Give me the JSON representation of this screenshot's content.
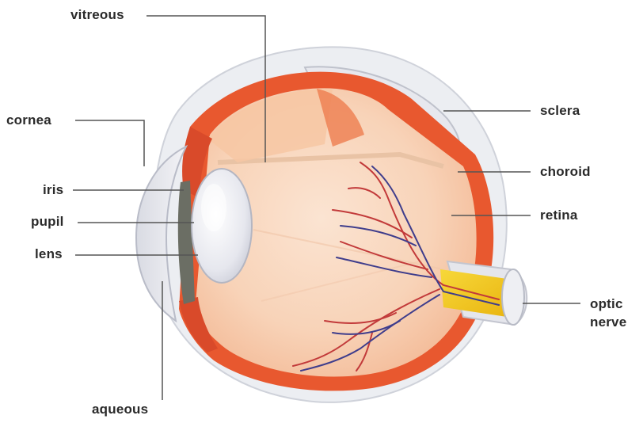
{
  "labels": {
    "vitreous": "vitreous",
    "cornea": "cornea",
    "iris": "iris",
    "pupil": "pupil",
    "lens": "lens",
    "aqueous": "aqueous",
    "sclera": "sclera",
    "choroid": "choroid",
    "retina": "retina",
    "optic": "optic",
    "nerve": "nerve"
  },
  "colors": {
    "sclera": "#f1f1f3",
    "choroid": "#e8582f",
    "retina": "#f7c2a0",
    "vitreous": "#f9dcc6",
    "vessel_red": "#c23a3a",
    "vessel_blue": "#3f3d8c",
    "nerve_yellow": "#f1c91d",
    "leader_line": "#555555"
  }
}
